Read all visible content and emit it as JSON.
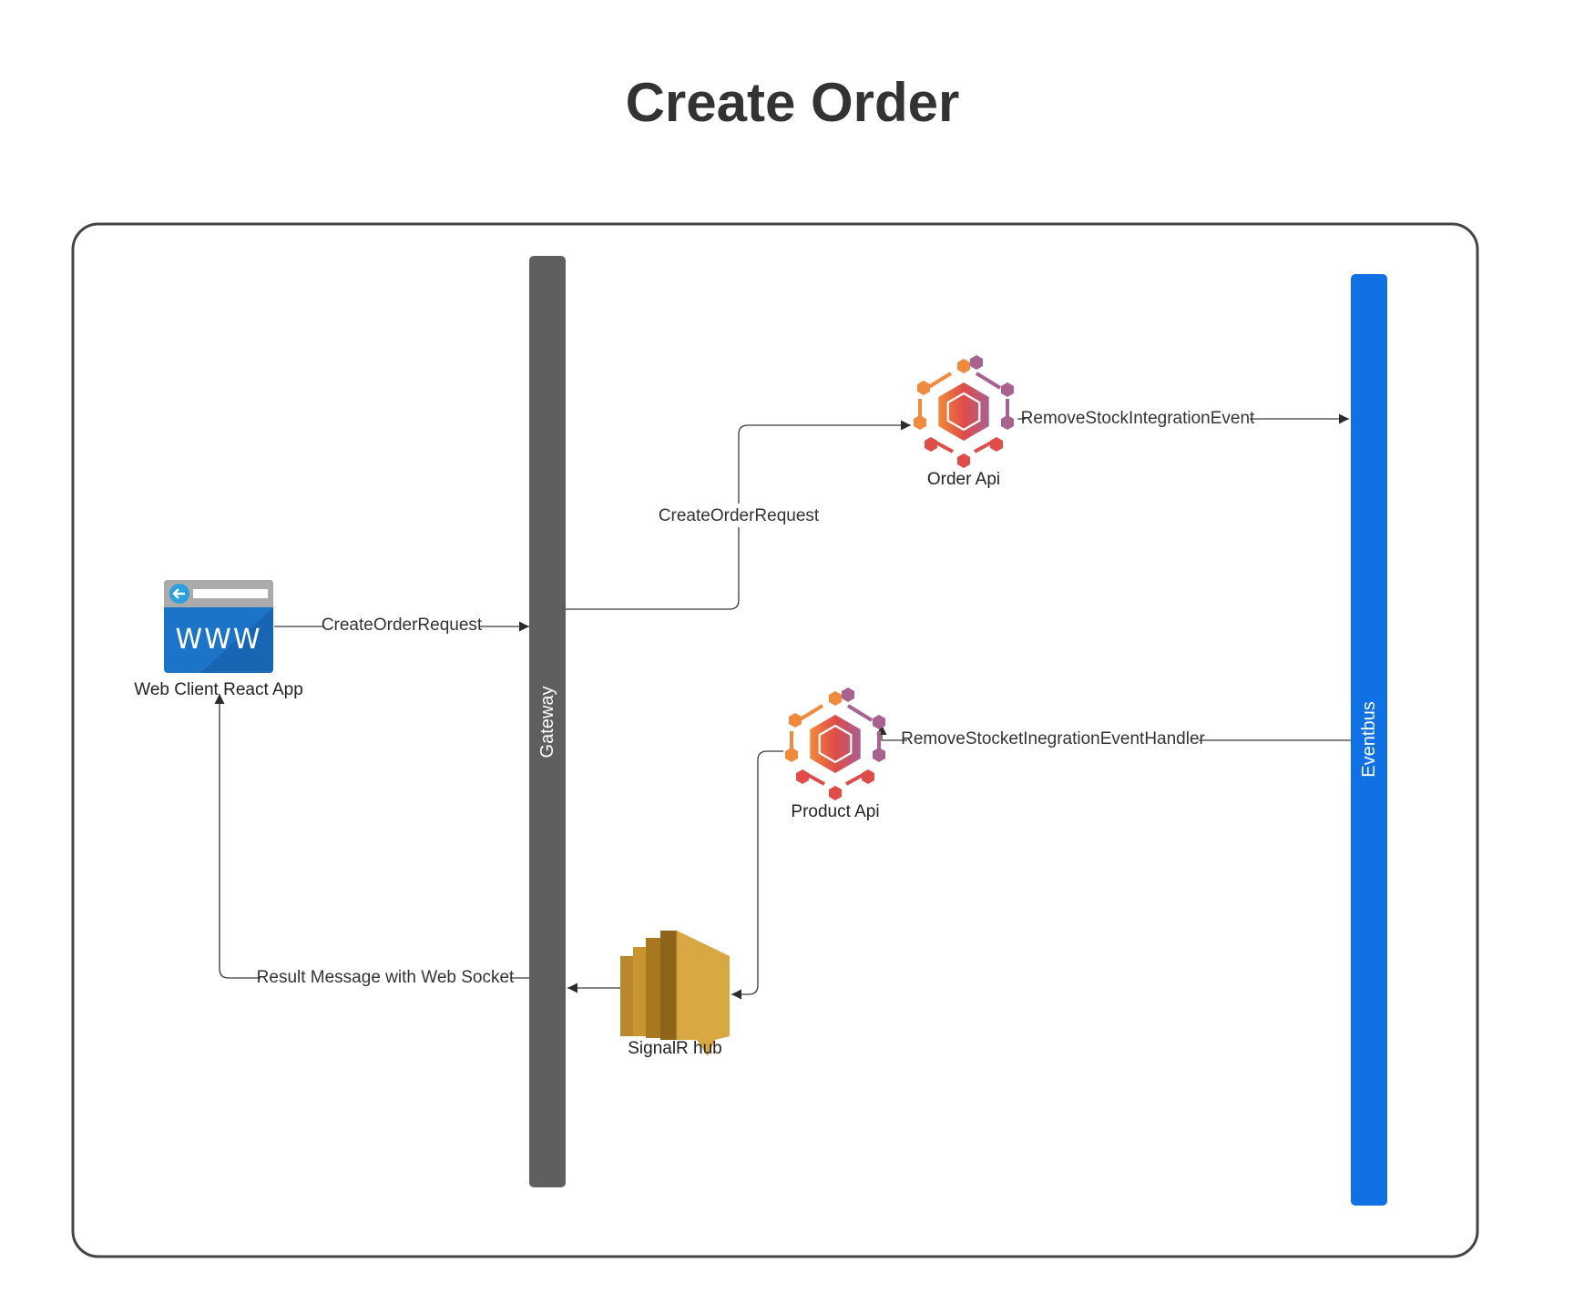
{
  "title": "Create Order",
  "colors": {
    "gateway_bar": "#5f5f5f",
    "eventbus_bar": "#1071e5",
    "www_blue": "#1c74c9",
    "signalr_gold": "#d8a843",
    "hex_orange": "#f08a3c",
    "hex_red": "#e04c48",
    "hex_purple": "#a9618e"
  },
  "nodes": {
    "gateway": {
      "label": "Gateway",
      "icon": "vertical-bar"
    },
    "eventbus": {
      "label": "Eventbus",
      "icon": "vertical-bar"
    },
    "web_client": {
      "label": "Web Client React App",
      "icon": "www-browser-icon",
      "icon_text": "WWW"
    },
    "order_api": {
      "label": "Order Api",
      "icon": "hexagon-cluster-icon"
    },
    "product_api": {
      "label": "Product Api",
      "icon": "hexagon-cluster-icon"
    },
    "signalr_hub": {
      "label": "SignalR hub",
      "icon": "signalr-stack-icon"
    }
  },
  "edges": {
    "client_to_gateway": "CreateOrderRequest",
    "gateway_to_order": "CreateOrderRequest",
    "order_to_eventbus": "RemoveStockIntegrationEvent",
    "eventbus_to_product": "RemoveStocketInegrationEventHandler",
    "gateway_to_client": "Result Message with Web Socket"
  }
}
